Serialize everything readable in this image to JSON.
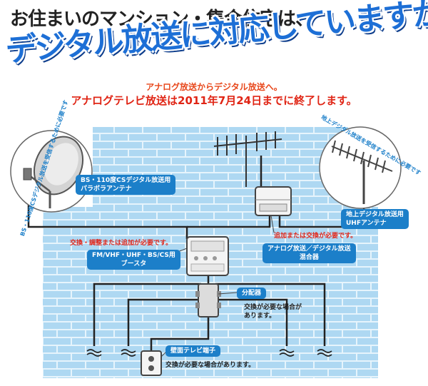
{
  "header": {
    "headline": "お住まいのマンション・集合住宅は、",
    "title": "デジタル放送に対応していますか!?",
    "subtitle1": "アナログ放送からデジタル放送へ。",
    "subtitle2": "アナログテレビ放送は2011年7月24日までに終了します。"
  },
  "bs_antenna": {
    "arc_text": "BS・110度CSデジタル放送を受信するために必要です",
    "label_line1": "BS・110度CSデジタル放送用",
    "label_line2": "パラボラアンテナ"
  },
  "uhf_antenna": {
    "arc_text": "地上デジタル放送を受信するために必要です",
    "label_line1": "地上デジタル放送用",
    "label_line2": "UHFアンテナ"
  },
  "mixer": {
    "note": "追加または交換が必要です。",
    "label_line1": "アナログ放送／デジタル放送",
    "label_line2": "混合器"
  },
  "booster": {
    "note": "交換・調整または追加が必要です。",
    "label_line1": "FM/VHF・UHF・BS/CS用",
    "label_line2": "ブースタ"
  },
  "splitter": {
    "label": "分配器",
    "note_line1": "交換が必要な場合が",
    "note_line2": "あります。"
  },
  "wall_outlet": {
    "label": "壁面テレビ端子",
    "note": "交換が必要な場合があります。"
  },
  "colors": {
    "accent_blue": "#1c7fc9",
    "title_blue": "#1d6fd6",
    "warning_red": "#e0261a",
    "wall_blue": "#aed8f2",
    "mortar": "#e6f4fc"
  }
}
